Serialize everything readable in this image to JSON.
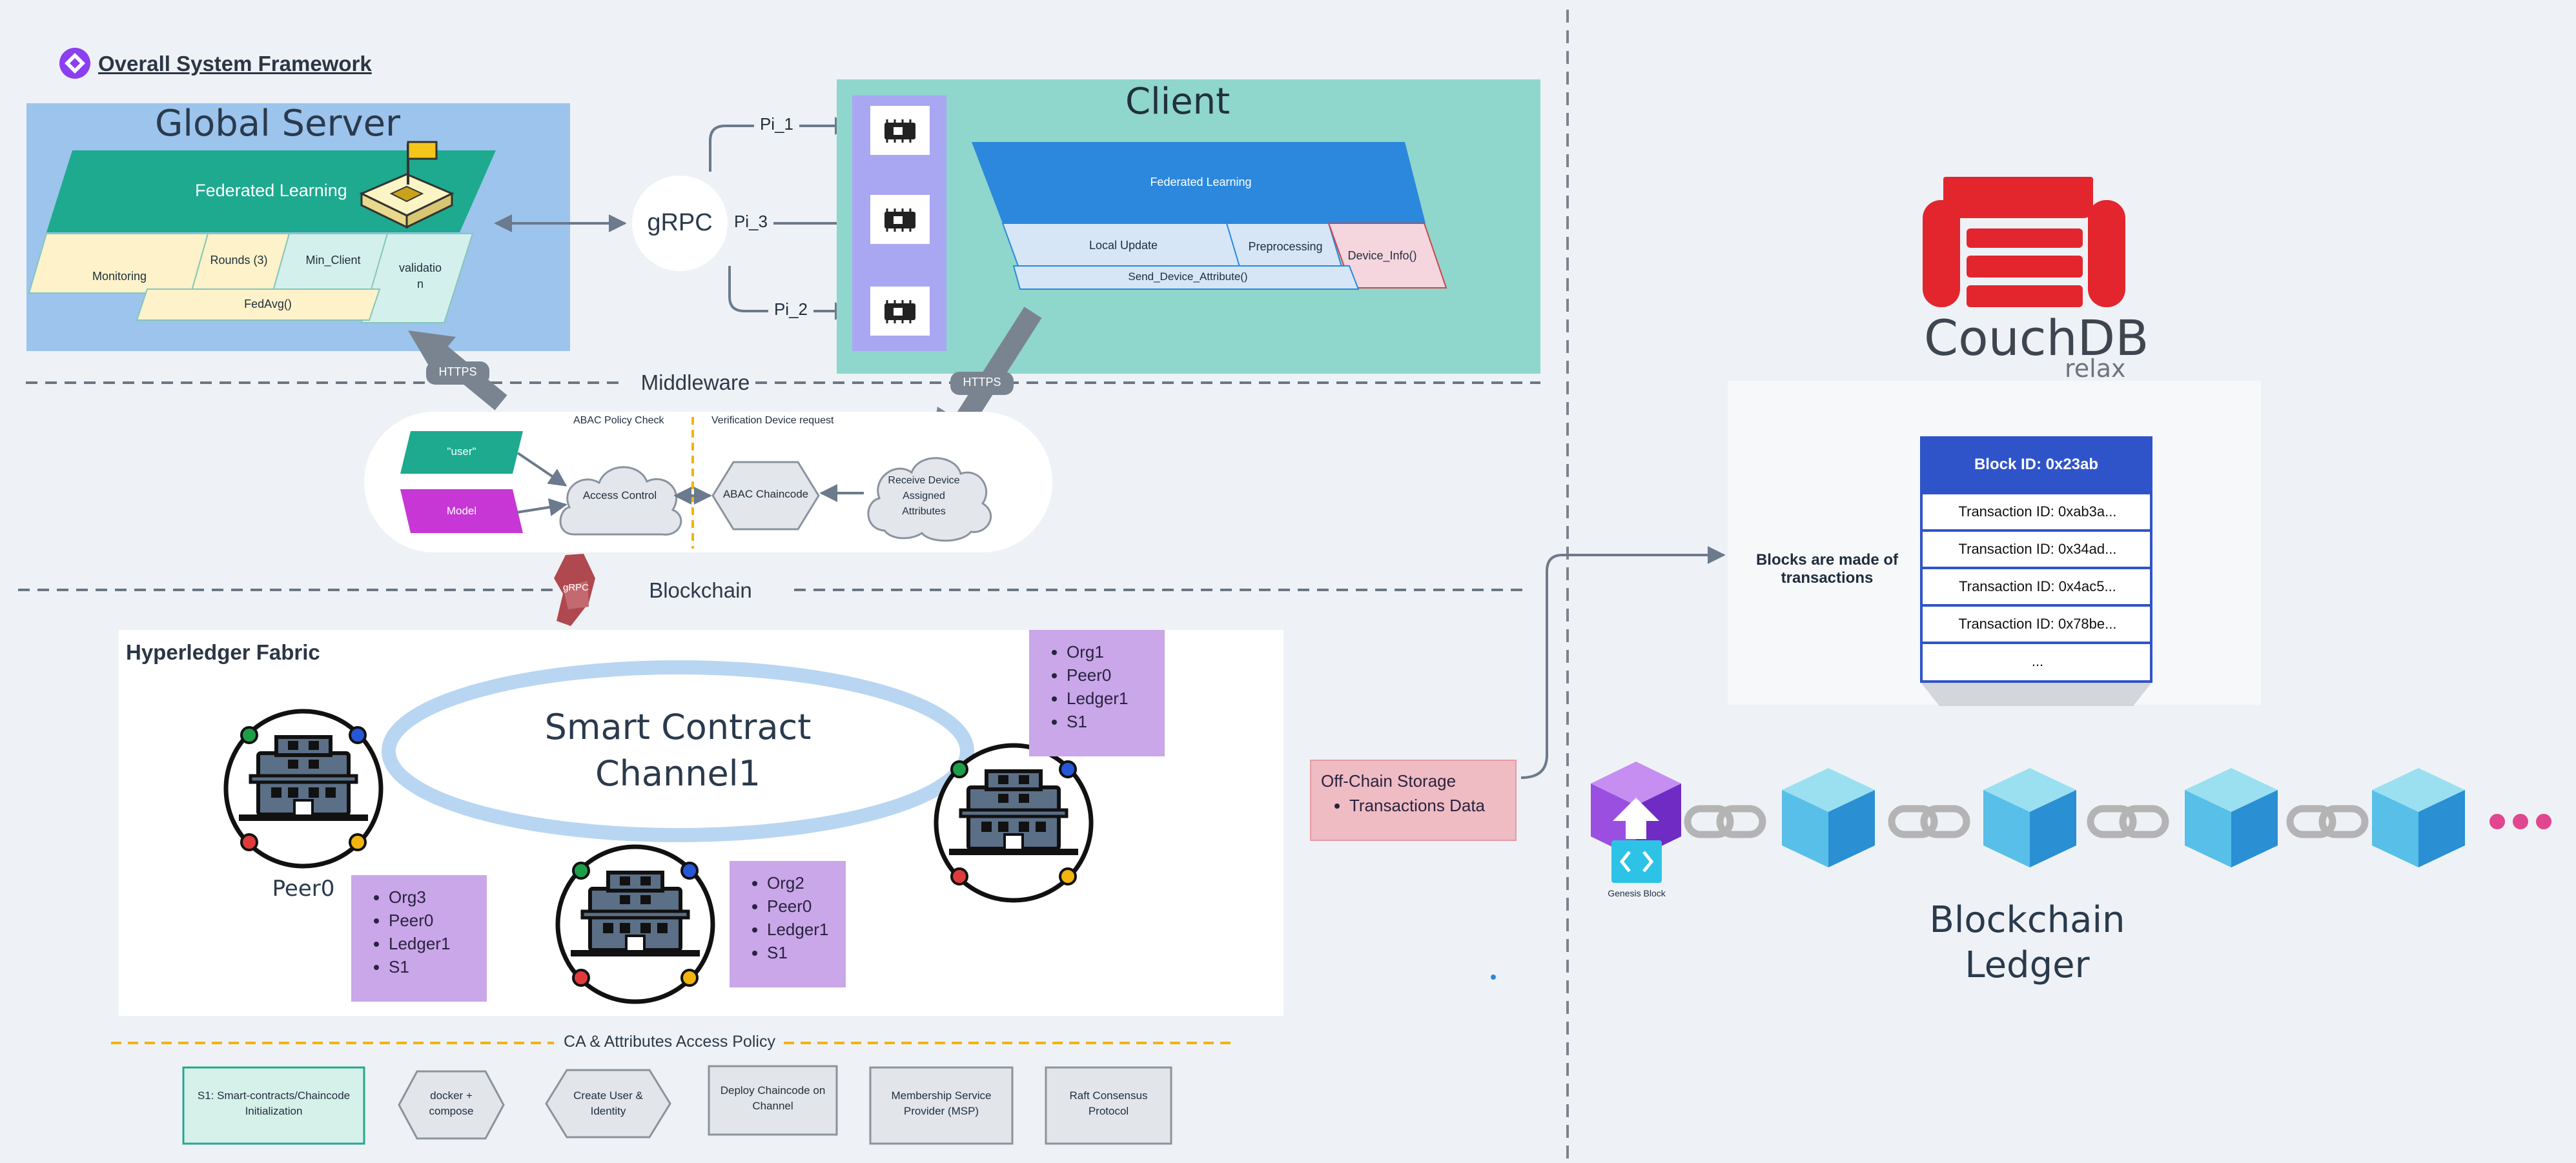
{
  "header": {
    "title": "Overall System Framework"
  },
  "global_server": {
    "title": "Global Server",
    "fl": "Federated Learning",
    "monitoring": "Monitoring",
    "rounds": "Rounds (3)",
    "min_client": "Min_Client",
    "validation_1": "validatio",
    "validation_2": "n",
    "fedavg": "FedAvg()"
  },
  "grpc_hub": {
    "label": "gRPC",
    "pi1": "Pi_1",
    "pi2": "Pi_2",
    "pi3": "Pi_3"
  },
  "client": {
    "title": "Client",
    "fl": "Federated Learning",
    "local_update": "Local Update",
    "preprocessing": "Preprocessing",
    "device_info": "Device_Info()",
    "send_attr": "Send_Device_Attribute()"
  },
  "middleware": {
    "label": "Middleware",
    "https_left": "HTTPS",
    "https_right": "HTTPS",
    "abac_check": "ABAC Policy Check",
    "verification": "Verification Device request",
    "user": "\"user\"",
    "model": "Model",
    "access_control": "Access Control",
    "abac_chaincode": "ABAC Chaincode",
    "receive_1": "Receive Device",
    "receive_2": "Assigned",
    "receive_3": "Attributes"
  },
  "blockchain_sep": {
    "label": "Blockchain",
    "grpc_tag": "gRPC"
  },
  "fabric": {
    "title": "Hyperledger Fabric",
    "contract_1": "Smart Contract",
    "contract_2": "Channel1",
    "peer0_label": "Peer0",
    "org1": [
      "Org1",
      "Peer0",
      "Ledger1",
      "S1"
    ],
    "org3": [
      "Org3",
      "Peer0",
      "Ledger1",
      "S1"
    ],
    "org2": [
      "Org2",
      "Peer0",
      "Ledger1",
      "S1"
    ]
  },
  "ca_policy": {
    "label": "CA & Attributes Access Policy",
    "s1_1": "S1: Smart-contracts/Chaincode",
    "s1_2": "Initialization",
    "docker_1": "docker +",
    "docker_2": "compose",
    "user_1": "Create User &",
    "user_2": "Identity",
    "deploy_1": "Deploy Chaincode on",
    "deploy_2": "Channel",
    "msp_1": "Membership Service",
    "msp_2": "Provider (MSP)",
    "raft_1": "Raft Consensus",
    "raft_2": "Protocol"
  },
  "offchain": {
    "title": "Off-Chain Storage",
    "item": "Transactions Data"
  },
  "couchdb": {
    "name": "CouchDB",
    "tagline": "relax"
  },
  "block": {
    "caption_1": "Blocks are made of",
    "caption_2": "transactions",
    "header": "Block ID: 0x23ab",
    "rows": [
      "Transaction ID: 0xab3a...",
      "Transaction ID: 0x34ad...",
      "Transaction ID: 0x4ac5...",
      "Transaction ID: 0x78be...",
      "..."
    ]
  },
  "ledger": {
    "genesis": "Genesis Block",
    "title_1": "Blockchain",
    "title_2": "Ledger"
  },
  "colors": {
    "server_bg": "#9cc4ec",
    "client_bg": "#8fd6cc",
    "fl_teal": "#1daa8e",
    "fl_blue": "#2b88dc",
    "purple_note": "#c9a7e8",
    "pink_note": "#efbcc3",
    "couch_red": "#e3262e",
    "block_blue": "#2f54c9"
  },
  "icons": [
    "logo-icon",
    "gpu-chip-icon",
    "building-icon",
    "couch-icon",
    "cube-icon",
    "chain-link-icon",
    "upload-arrow-icon"
  ]
}
